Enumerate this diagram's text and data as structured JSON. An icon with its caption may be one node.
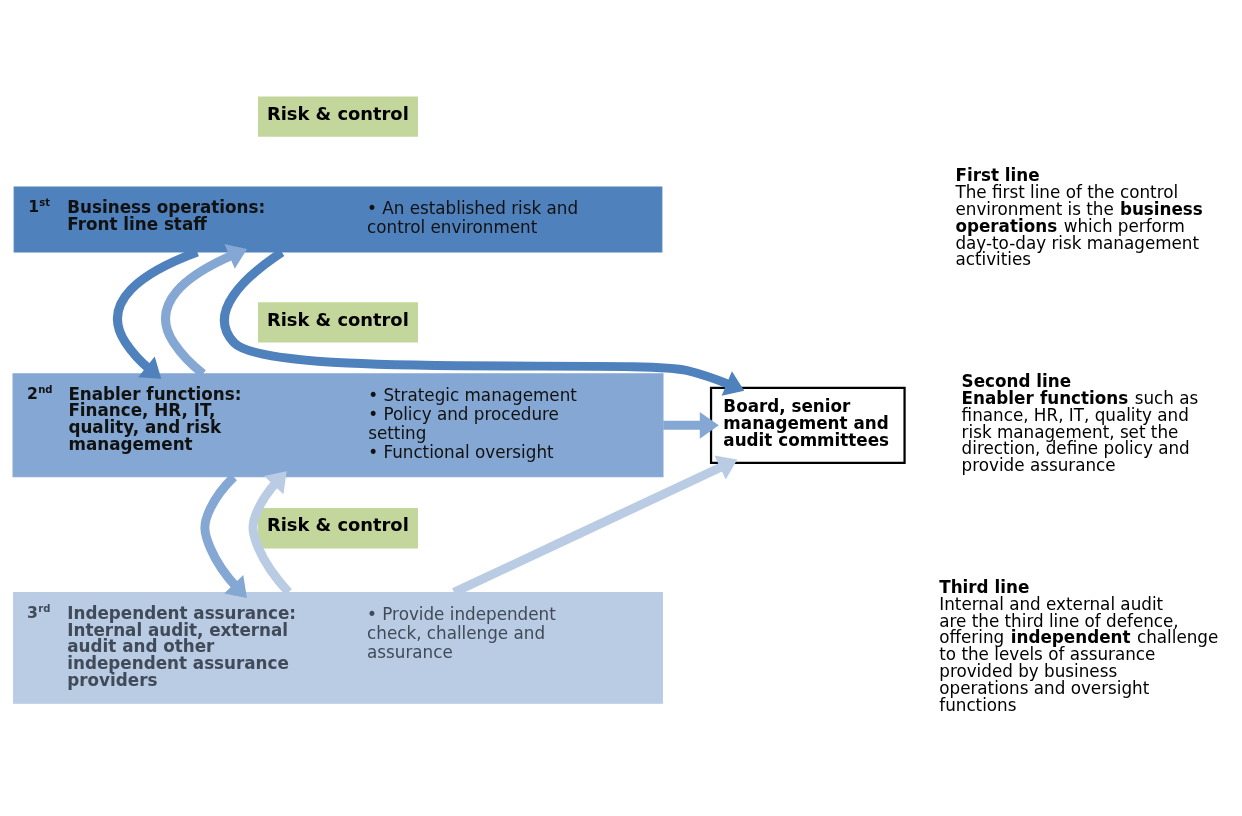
{
  "diagram": {
    "nodes": [
      {
        "text": [
          "1$^{st}$",
          "Business operations: Front line staff",
          "• An established risk and control environment"
        ]
      },
      {
        "text": [
          "2$^{nd}$",
          "Enabler functions: Finance, HR, IT, quality, and risk management",
          "• Strategic management",
          "• Policy and procedure setting",
          "• Functional oversight"
        ]
      },
      {
        "text": [
          "3$^{rd}$",
          "Independent assurance: Internal audit, external audit and other independent assurance providers",
          "• Provide independent check, challenge and assurance"
        ]
      },
      {
        "text": [
          "Board, senior management and audit committees"
        ]
      }
    ],
    "edges": [
      {
        "from": 0,
        "to": 1,
        "arrow": "to",
        "color": "#4f81bd"
      },
      {
        "from": 1,
        "to": 0,
        "arrow": "to",
        "color": "#84a7d3"
      },
      {
        "from": 1,
        "to": 2,
        "arrow": "to",
        "color": "#84a7d3"
      },
      {
        "from": 2,
        "to": 1,
        "arrow": "to",
        "color": "#b9cce4"
      },
      {
        "from": 0,
        "to": 3,
        "arrow": "to",
        "color": "#4f81bd"
      },
      {
        "from": 1,
        "to": 3,
        "arrow": "to",
        "color": "#84a7d3"
      },
      {
        "from": 2,
        "to": 3,
        "arrow": "to",
        "color": "#b9cce4"
      }
    ],
    "labels": [
      "Risk & control",
      "Risk & control",
      "Risk & control",
      "First line",
      "The first line of the control environment is the **business operations** which perform day-to-day risk management activities",
      "Second line",
      "**Enabler functions** such as finance, HR, IT, quality and risk management, set the direction, define policy and provide assurance",
      "Third line",
      "Internal and external audit are the third line of defence, offering **independent** challenge to the levels of assurance provided by business operations and oversight functions"
    ]
  }
}
